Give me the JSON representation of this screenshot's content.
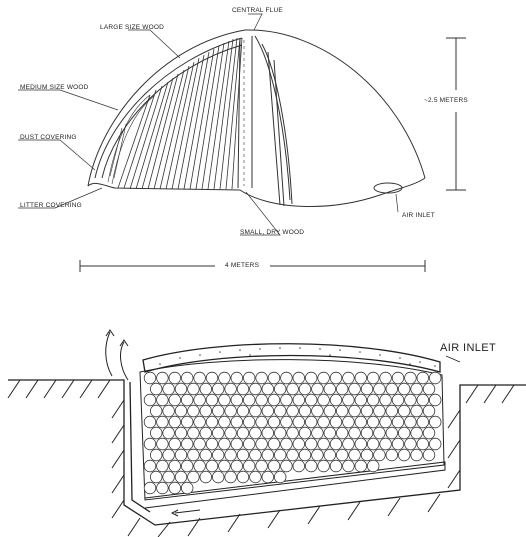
{
  "top_diagram": {
    "labels": {
      "large_wood": "LARGE SIZE WOOD",
      "central_flue": "CENTRAL FLUE",
      "medium_wood": "MEDIUM SIZE WOOD",
      "dust_covering": "DUST COVERING",
      "litter_covering": "LITTER COVERING",
      "small_dry_wood": "SMALL, DRY WOOD",
      "air_inlet": "AIR INLET",
      "height": "~2.5 METERS",
      "width": "4 METERS"
    }
  },
  "bottom_diagram": {
    "labels": {
      "air_inlet": "AIR INLET"
    }
  },
  "colors": {
    "ink": "#222222",
    "background": "#ffffff"
  }
}
